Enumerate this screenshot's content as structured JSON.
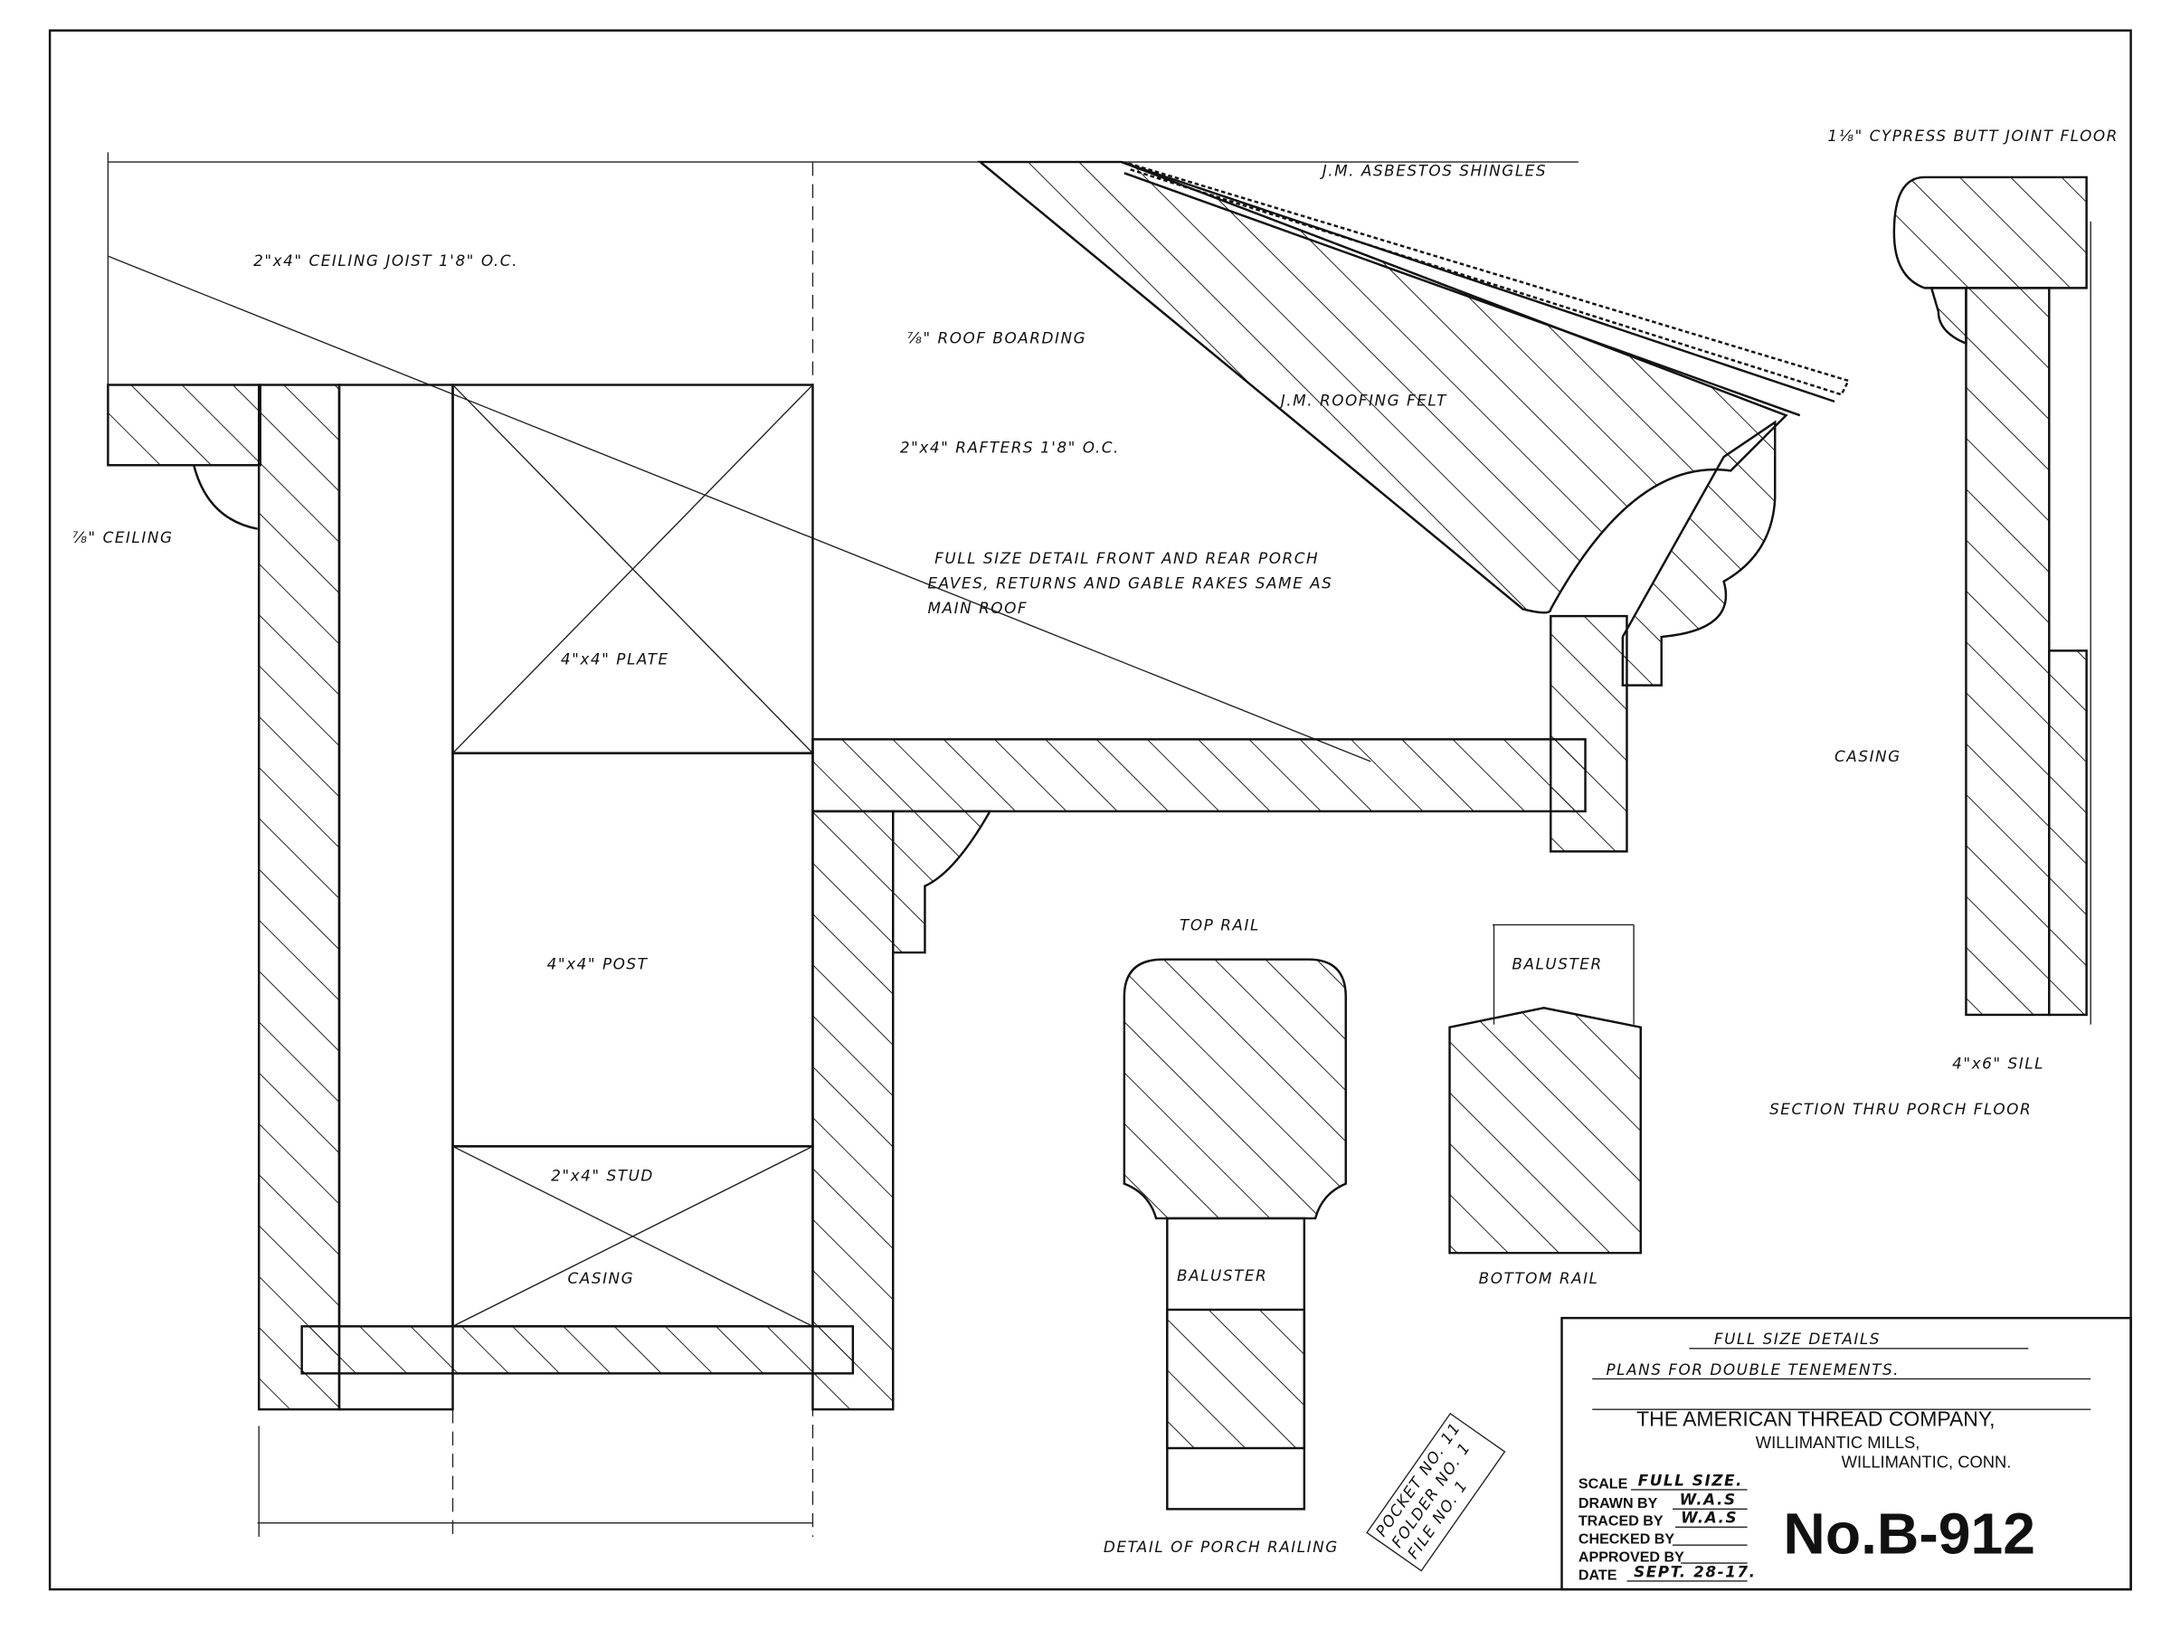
{
  "labels": {
    "shingles": "J.M. ASBESTOS SHINGLES",
    "floor": "1⅛\" CYPRESS BUTT JOINT FLOOR",
    "ceiling_joist": "2\"x4\" CEILING JOIST 1'8\" O.C.",
    "roof_boarding": "⅞\" ROOF BOARDING",
    "roofing_felt": "J.M. ROOFING FELT",
    "rafters": "2\"x4\" RAFTERS 1'8\" O.C.",
    "ceiling": "⅞\" CEILING",
    "note_line1": "FULL SIZE DETAIL FRONT AND REAR PORCH",
    "note_line2": "EAVES, RETURNS AND GABLE RAKES SAME AS",
    "note_line3": "MAIN ROOF",
    "plate": "4\"x4\" PLATE",
    "casing_right": "CASING",
    "top_rail": "TOP RAIL",
    "baluster_top": "BALUSTER",
    "post": "4\"x4\" POST",
    "sill": "4\"x6\" SILL",
    "section_floor": "SECTION THRU PORCH FLOOR",
    "stud": "2\"x4\" STUD",
    "baluster_bottom": "BALUSTER",
    "casing_left": "CASING",
    "bottom_rail": "BOTTOM RAIL",
    "railing_detail": "DETAIL OF PORCH RAILING"
  },
  "stamp": {
    "line1": "POCKET NO. 11",
    "line2": "FOLDER NO. 1",
    "line3": "FILE NO. 1"
  },
  "title_block": {
    "title": "FULL SIZE DETAILS",
    "subtitle": "PLANS FOR DOUBLE TENEMENTS.",
    "company": "THE AMERICAN THREAD COMPANY,",
    "mills": "WILLIMANTIC MILLS,",
    "location": "WILLIMANTIC, CONN.",
    "scale_label": "SCALE",
    "scale_value": "FULL SIZE.",
    "drawn_label": "DRAWN BY",
    "drawn_value": "W.A.S",
    "traced_label": "TRACED BY",
    "traced_value": "W.A.S",
    "checked_label": "CHECKED BY",
    "approved_label": "APPROVED BY",
    "date_label": "DATE",
    "date_value": "SEPT. 28-17.",
    "drawing_number": "No.B-912"
  }
}
